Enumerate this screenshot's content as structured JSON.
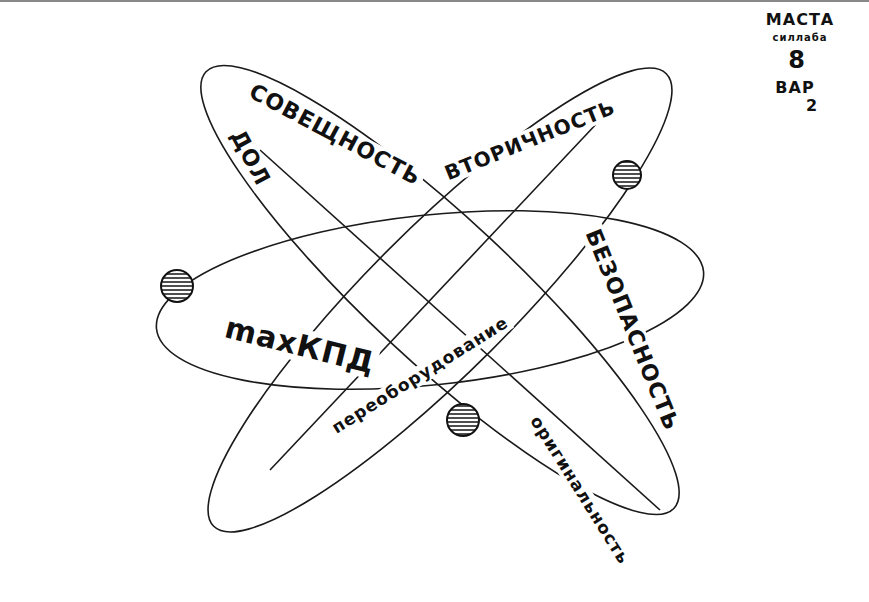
{
  "diagram": {
    "labels": [
      "СОВЕЩНОСТЬ",
      "ВТОРИЧНОСТЬ",
      "БЕЗОПАСНОСТЬ",
      "ДОЛ",
      "maxКПД",
      "переоборудование",
      "оригинальность",
      "МАСТА",
      "силлаба",
      "8",
      "ВАР",
      "2"
    ]
  }
}
